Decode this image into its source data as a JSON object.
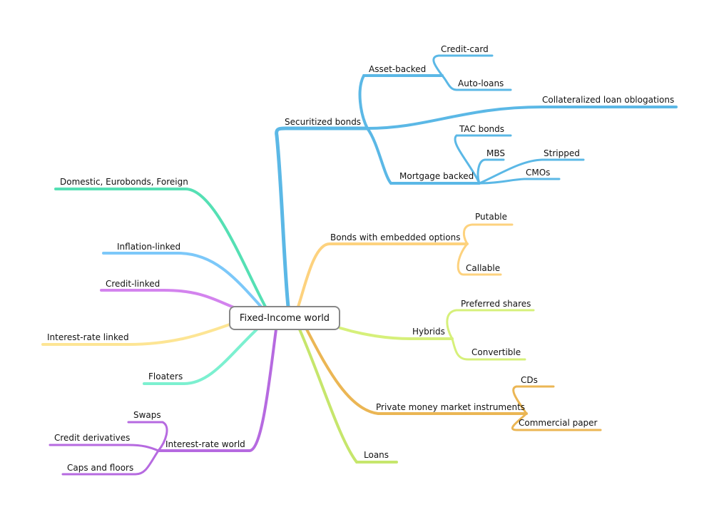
{
  "central": "Fixed-Income world",
  "colors": {
    "securitized": "#5bb8e6",
    "options": "#fdd27e",
    "hybrids": "#d6f07a",
    "money_market": "#ebb654",
    "loans": "#c6e66c",
    "domestic": "#55e0b4",
    "inflation": "#7cc8f9",
    "credit": "#d383ee",
    "interest_rate_linked": "#fde594",
    "floaters": "#7cf0d0",
    "interest_rate_world": "#b66ae0"
  },
  "branches": {
    "securitized": {
      "label": "Securitized bonds",
      "asset_backed": {
        "label": "Asset-backed",
        "children": [
          "Credit-card",
          "Auto-loans"
        ]
      },
      "clo": "Collateralized loan oblogations",
      "mortgage": {
        "label": "Mortgage backed",
        "tac": "TAC bonds",
        "mbs": "MBS",
        "stripped": "Stripped",
        "cmos": "CMOs"
      }
    },
    "options": {
      "label": "Bonds with embedded options",
      "children": [
        "Putable",
        "Callable"
      ]
    },
    "hybrids": {
      "label": "Hybrids",
      "children": [
        "Preferred shares",
        "Convertible"
      ]
    },
    "money_market": {
      "label": "Private money market instruments",
      "children": [
        "CDs",
        "Commercial paper"
      ]
    },
    "loans": {
      "label": "Loans"
    },
    "domestic": {
      "label": "Domestic, Eurobonds, Foreign"
    },
    "inflation": {
      "label": "Inflation-linked"
    },
    "credit": {
      "label": "Credit-linked"
    },
    "interest_rate_linked": {
      "label": "Interest-rate linked"
    },
    "floaters": {
      "label": "Floaters"
    },
    "interest_rate_world": {
      "label": "Interest-rate world",
      "children": [
        "Swaps",
        "Credit derivatives",
        "Caps and floors"
      ]
    }
  }
}
